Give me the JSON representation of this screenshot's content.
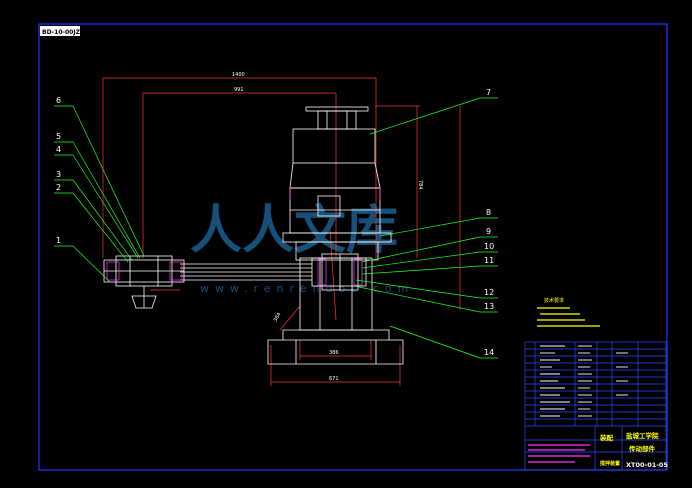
{
  "drawing": {
    "tag": "BD-10-00JZ",
    "colors": {
      "frame": "#1f3cff",
      "outline": "#ffffff",
      "dims": "#ff3333",
      "leaders": "#22ff22",
      "notes": "#ffff00",
      "table": "#2a4cff"
    }
  },
  "dimensions": {
    "overall": "1400",
    "inner": "991",
    "height": "784",
    "base_width": "386",
    "base_total": "671",
    "side": "384"
  },
  "parts": [
    {
      "num": "1"
    },
    {
      "num": "2"
    },
    {
      "num": "3"
    },
    {
      "num": "4"
    },
    {
      "num": "5"
    },
    {
      "num": "6"
    },
    {
      "num": "7"
    },
    {
      "num": "8"
    },
    {
      "num": "9"
    },
    {
      "num": "10"
    },
    {
      "num": "11"
    },
    {
      "num": "12"
    },
    {
      "num": "13"
    },
    {
      "num": "14"
    }
  ],
  "notes": {
    "title": "技术要求"
  },
  "title_block": {
    "name": "装配",
    "subtitle": "搅拌装置",
    "school": "盐城工学院",
    "part_type": "传动部件",
    "drawing_no": "XT00-01-05"
  },
  "watermark": {
    "text": "人人文库",
    "url": "www.renrendoc.com"
  }
}
